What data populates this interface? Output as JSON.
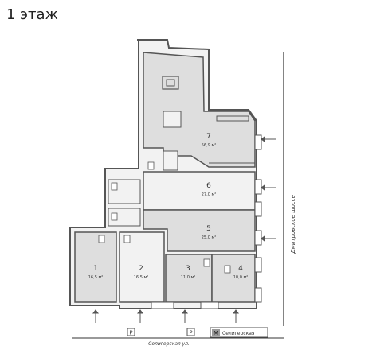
{
  "floor_label": "1 этаж",
  "rooms": [
    {
      "number": "7",
      "area": "56,9 м²"
    },
    {
      "number": "6",
      "area": "27,0 м²"
    },
    {
      "number": "5",
      "area": "25,0 м²"
    },
    {
      "number": "1",
      "area": "16,5 м²"
    },
    {
      "number": "2",
      "area": "16,5 м²"
    },
    {
      "number": "3",
      "area": "11,0 м²"
    },
    {
      "number": "4",
      "area": "10,0 м²"
    }
  ],
  "streets": {
    "right": "Дмитровское шоссе",
    "bottom": "Селигерская ул."
  },
  "metro": {
    "letter": "М",
    "station": "Селигерская",
    "color": "#999999"
  },
  "parking": {
    "label": "P"
  },
  "colors": {
    "room_fill": "#dedede",
    "wall": "#555555",
    "plain_fill": "#f2f2f2"
  }
}
